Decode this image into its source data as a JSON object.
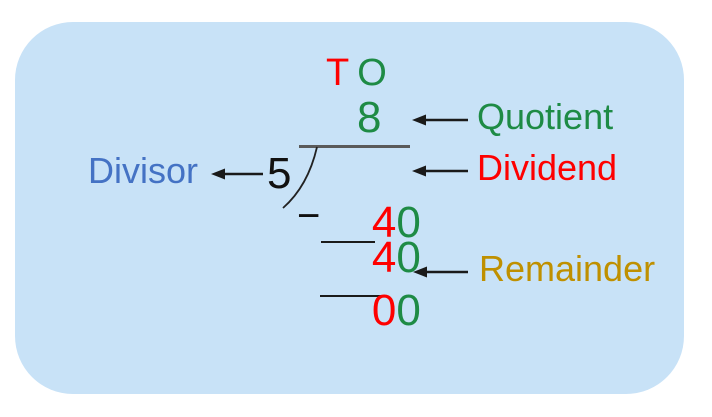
{
  "colors": {
    "card_bg": "#C8E2F7",
    "red": "#FE0000",
    "green": "#1E8B45",
    "blue": "#4472C4",
    "gold": "#BF9000",
    "ink": "#1a1a1a",
    "vinculum": "#5a5a5a"
  },
  "place_values": {
    "tens": "T",
    "ones": "O"
  },
  "division": {
    "quotient_digit": "8",
    "divisor": "5",
    "minus_sign": "−",
    "dividend": {
      "tens": "4",
      "ones": "0"
    },
    "subtrahend": {
      "tens": "4",
      "ones": "0"
    },
    "remainder": {
      "tens": "0",
      "ones": "0"
    }
  },
  "labels": {
    "divisor": "Divisor",
    "quotient": "Quotient",
    "dividend": "Dividend",
    "remainder": "Remainder"
  }
}
